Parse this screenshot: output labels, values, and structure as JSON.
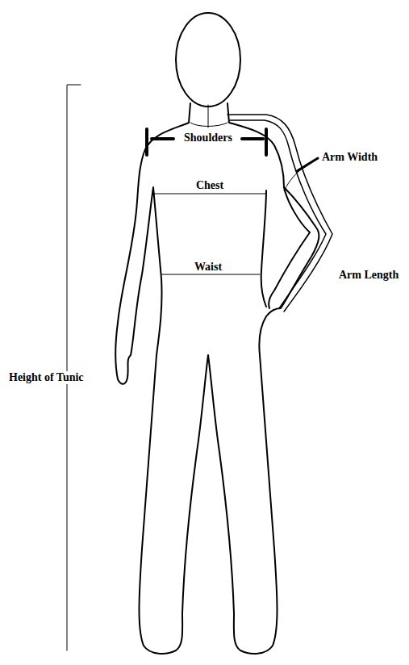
{
  "diagram": {
    "labels": [
      "Shoulders",
      "Arm Width",
      "Chest",
      "Waist",
      "Arm Length",
      "Height of Tunic"
    ]
  }
}
